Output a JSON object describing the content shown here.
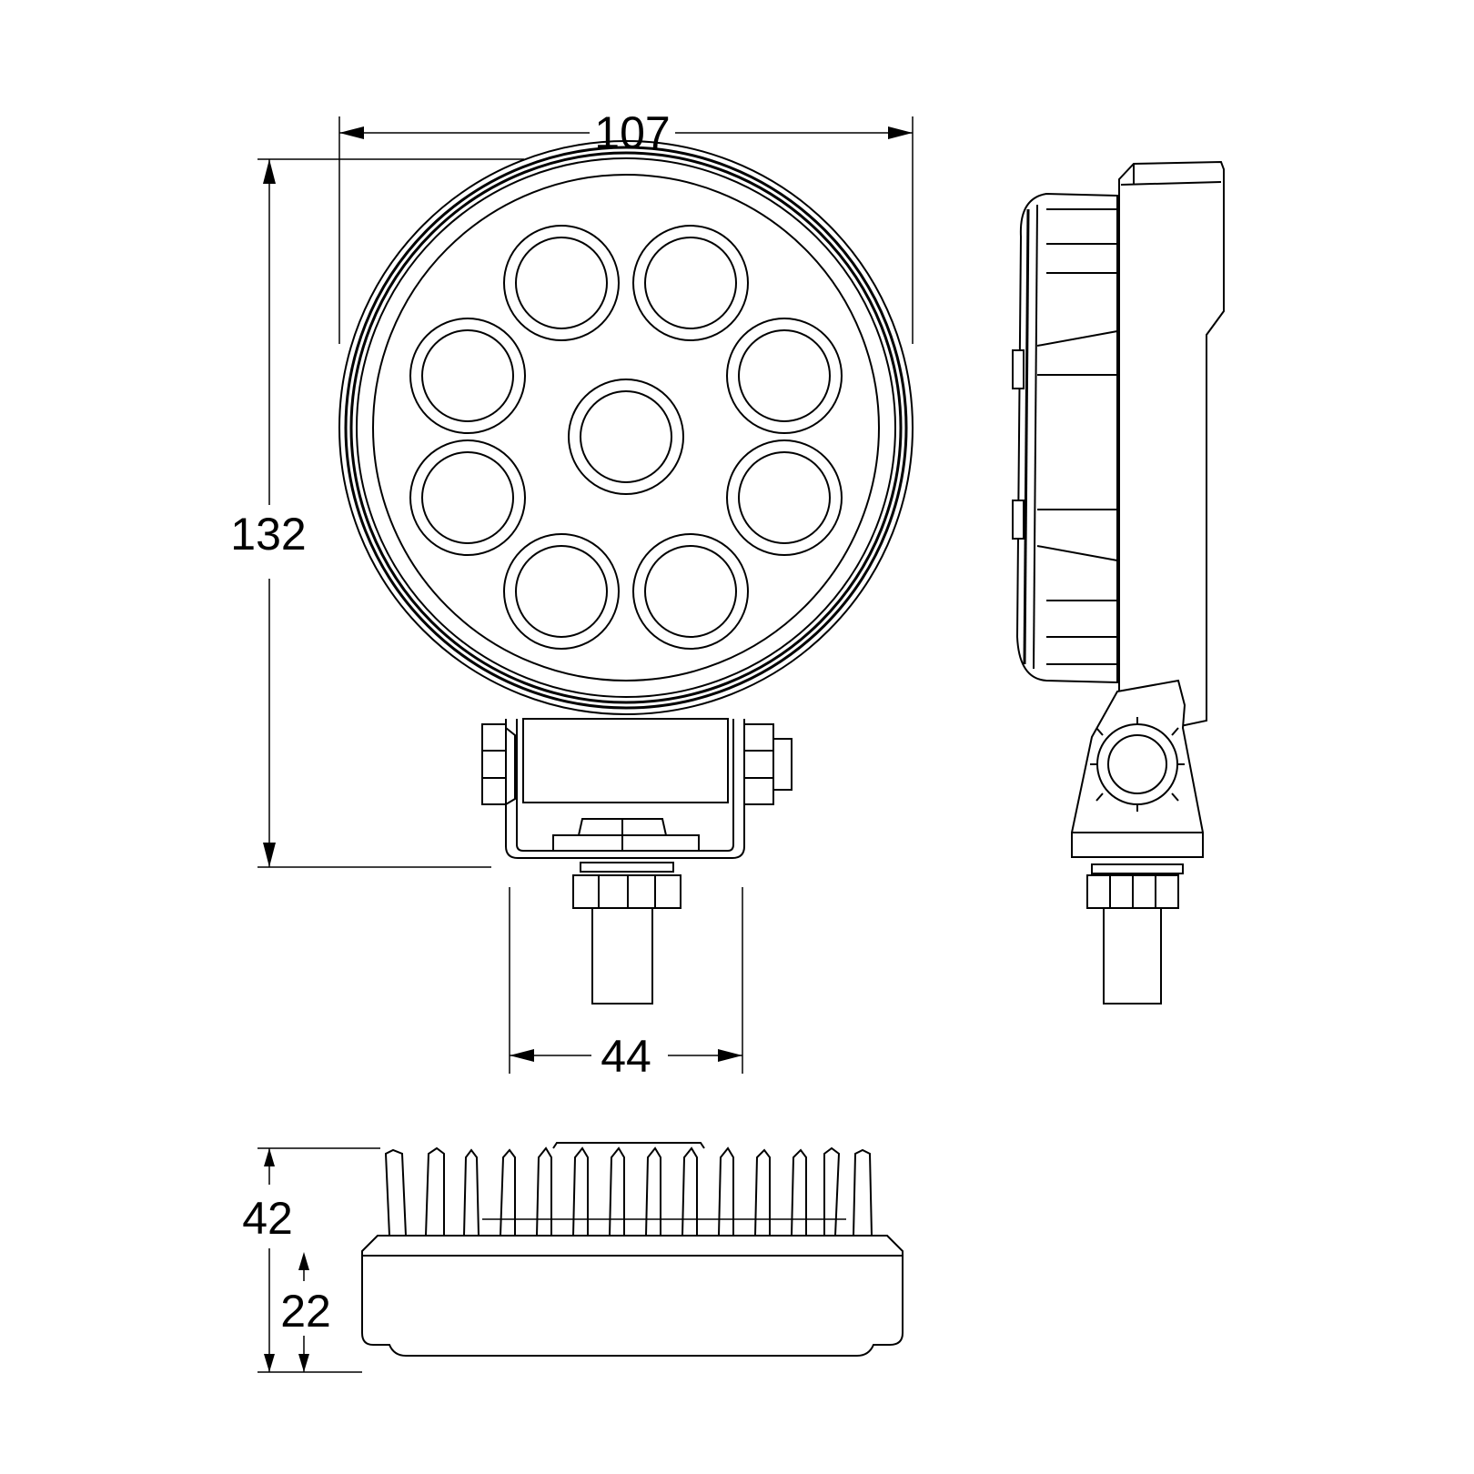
{
  "dimensions": {
    "width": "107",
    "height": "132",
    "bracket_width": "44",
    "total_depth": "42",
    "housing_depth": "22"
  },
  "drawing": {
    "line_color": "#000000",
    "background": "#ffffff",
    "led_count": 9
  }
}
